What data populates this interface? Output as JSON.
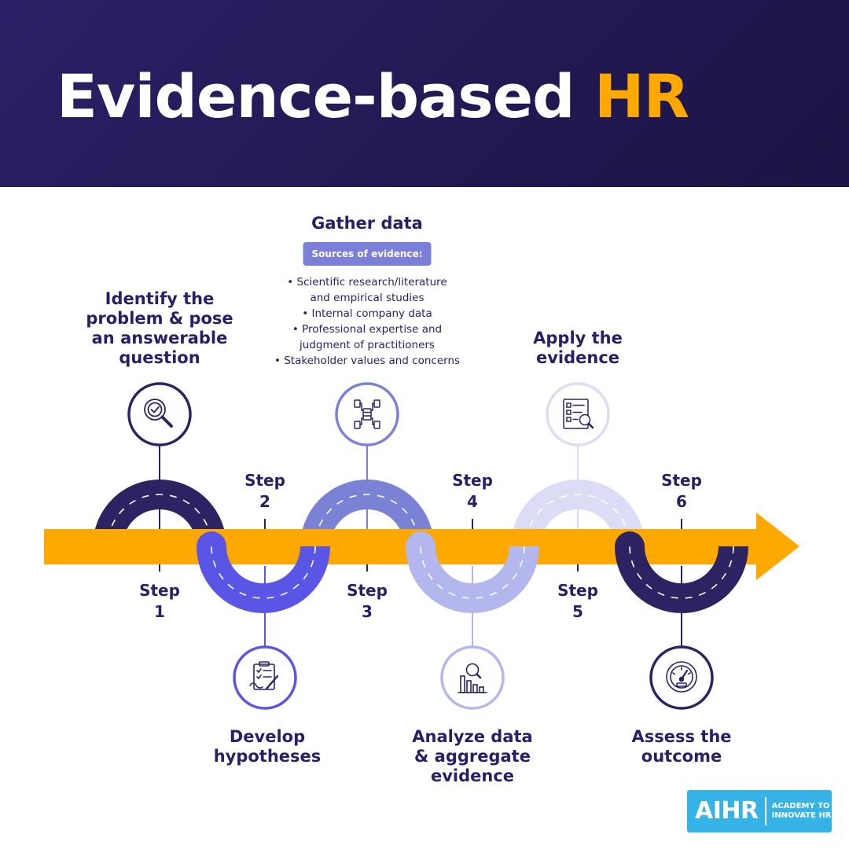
{
  "header": {
    "title_main": "Evidence-based",
    "title_accent": "HR"
  },
  "colors": {
    "header_bg": "#231a55",
    "accent": "#ffa800",
    "arrow": "#ffa800",
    "step1": "#2d2363",
    "step2": "#5b55e6",
    "step3": "#7a82d6",
    "step4": "#b4b6ee",
    "step5": "#dcdcf7",
    "step6": "#2d2363",
    "text": "#2a1f66",
    "logo": "#35b3e6"
  },
  "steps": [
    {
      "step_word": "Step",
      "number": "1",
      "title_lines": [
        "Identify the",
        "problem & pose",
        "an answerable",
        "question"
      ],
      "icon": "magnifier-check-icon"
    },
    {
      "step_word": "Step",
      "number": "2",
      "title_lines": [
        "Develop",
        "hypotheses"
      ],
      "icon": "clipboard-pen-icon"
    },
    {
      "step_word": "Step",
      "number": "3",
      "title_lines": [
        "Gather data"
      ],
      "icon": "data-network-icon"
    },
    {
      "step_word": "Step",
      "number": "4",
      "title_lines": [
        "Analyze data",
        "& aggregate",
        "evidence"
      ],
      "icon": "bar-chart-magnifier-icon"
    },
    {
      "step_word": "Step",
      "number": "5",
      "title_lines": [
        "Apply the",
        "evidence"
      ],
      "icon": "checklist-magnifier-icon"
    },
    {
      "step_word": "Step",
      "number": "6",
      "title_lines": [
        "Assess the",
        "outcome"
      ],
      "icon": "speedometer-icon"
    }
  ],
  "gather": {
    "title": "Gather data",
    "badge": "Sources of evidence:",
    "sources": [
      "• Scientific research/literature",
      "and empirical studies",
      "• Internal company data",
      "• Professional expertise and",
      "judgment of practitioners",
      "• Stakeholder values and concerns"
    ]
  },
  "logo": {
    "main": "AIHR",
    "sub_line1": "ACADEMY TO",
    "sub_line2": "INNOVATE HR"
  }
}
